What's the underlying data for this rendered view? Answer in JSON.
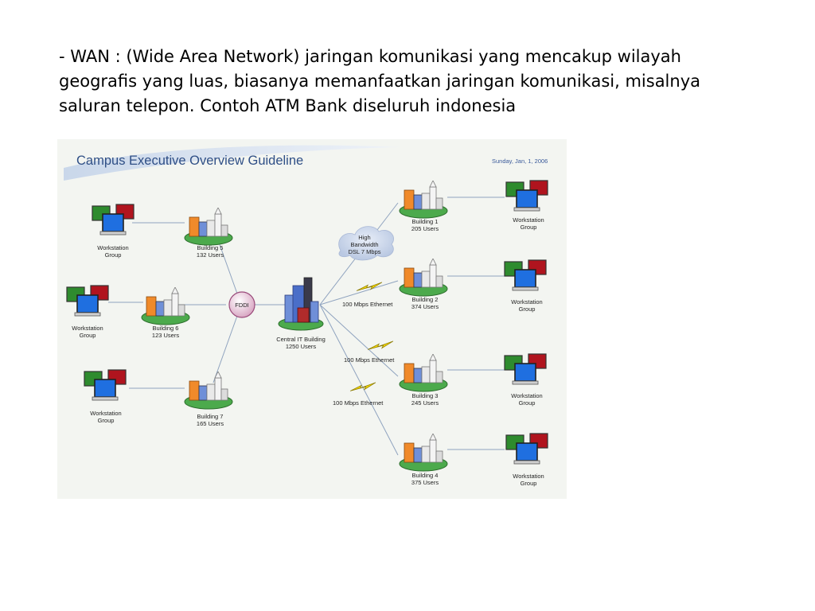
{
  "slide": {
    "text_lines": [
      "- WAN : (Wide Area Network) jaringan komunikasi yang mencakup wilayah",
      "geografis yang luas, biasanya memanfaatkan jaringan komunikasi, misalnya",
      "saluran telepon. Contoh ATM Bank diseluruh indonesia"
    ]
  },
  "diagram": {
    "title": "Campus Executive Overview Guideline",
    "date": "Sunday, Jan, 1, 2006",
    "fddi_label": "FDDI",
    "central": {
      "name": "Central IT Building",
      "users": "1250 Users"
    },
    "cloud": {
      "line1": "High",
      "line2": "Bandwidth",
      "line3": "DSL 7 Mbps"
    },
    "links": {
      "b2": "100 Mbps Ethernet",
      "b3": "100 Mbps Ethernet",
      "b4": "100 Mbps Ethernet"
    },
    "buildings": {
      "b1": {
        "name": "Building 1",
        "users": "205 Users"
      },
      "b2": {
        "name": "Building 2",
        "users": "374 Users"
      },
      "b3": {
        "name": "Building 3",
        "users": "245 Users"
      },
      "b4": {
        "name": "Building 4",
        "users": "375 Users"
      },
      "b5": {
        "name": "Building 5",
        "users": "132 Users"
      },
      "b6": {
        "name": "Building 6",
        "users": "123 Users"
      },
      "b7": {
        "name": "Building 7",
        "users": "165 Users"
      }
    },
    "workstation": {
      "line1": "Workstation",
      "line2": "Group"
    },
    "colors": {
      "title": "#2f4f86",
      "line": "#8fa3bf",
      "pad": "#4caa4c",
      "monitor_green": "#2e8b2e",
      "monitor_red": "#b0141e",
      "monitor_blue": "#1f6fe0",
      "bolt": "#f2d400"
    }
  }
}
